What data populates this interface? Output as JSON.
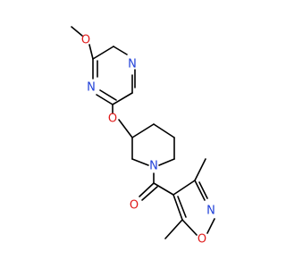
{
  "molecule": {
    "atoms": {
      "n_pyrazine_top": {
        "symbol": "N",
        "color": "#1f3fd8"
      },
      "n_pyrazine_left": {
        "symbol": "N",
        "color": "#1f3fd8"
      },
      "o_methoxy": {
        "symbol": "O",
        "color": "#e01a1a"
      },
      "o_ether": {
        "symbol": "O",
        "color": "#e01a1a"
      },
      "n_piperidine": {
        "symbol": "N",
        "color": "#1f3fd8"
      },
      "o_carbonyl": {
        "symbol": "O",
        "color": "#e01a1a"
      },
      "n_isoxazole": {
        "symbol": "N",
        "color": "#1f3fd8"
      },
      "o_isoxazole": {
        "symbol": "O",
        "color": "#e01a1a"
      }
    }
  }
}
